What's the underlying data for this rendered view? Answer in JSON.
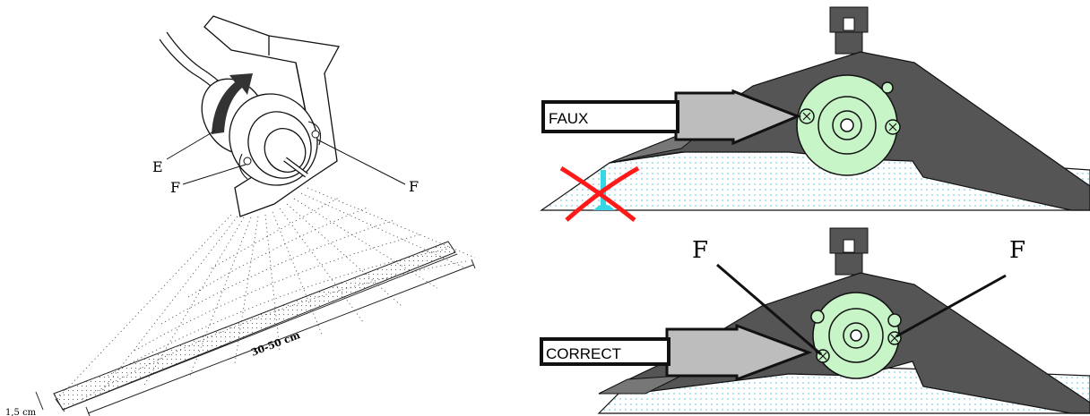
{
  "left_figure": {
    "labels": {
      "e_label": "E",
      "f_left_label": "F",
      "f_right_label": "F",
      "distance_label": "30-50 cm",
      "thickness_label": "1,5 cm"
    }
  },
  "right_figure": {
    "wrong_box_text": "FAUX",
    "correct_box_text": "CORRECT",
    "f_label_left": "F",
    "f_label_right": "F"
  },
  "colors": {
    "dark_metal": "#555555",
    "lamp_green": "#c8f5c8",
    "dot_blue": "#7ecfe0",
    "arrow_gray": "#bdbdbd",
    "cross_red": "#ff1a1a",
    "drip_cyan": "#35d7e6"
  }
}
